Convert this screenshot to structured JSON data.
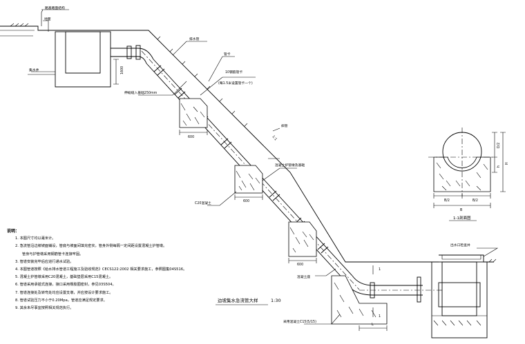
{
  "labels": {
    "ground_line": "路基路面结构",
    "water_tank": "集水井",
    "level": "地面",
    "height_top": "1600",
    "pipe_material": "排水管",
    "anchor_ring": "管卡",
    "clamp_note_1": "10钢筋管卡",
    "clamp_note_2": "(每1.5米设置管卡一个)",
    "wall_distance": "伸缩缝入基础250mm",
    "slope_pipe": "斜管",
    "width_1": "600",
    "width_2": "600",
    "width_3": "600",
    "c20": "C20混凝土",
    "pipe_support": "混凝土护管墩及基础",
    "elbow_support": "混凝土座",
    "bottom_note": "采用混凝土C15(5/15)",
    "outlet_well": "出水口检查井",
    "section_dim_d2": "D/2",
    "section_dim_h1": "h",
    "section_dim_h": "H",
    "section_b1": "B/2",
    "section_b2": "B/2",
    "section_b": "B",
    "section_title": "1-1剖面图",
    "cut_mark_1": "1",
    "cut_mark_2": "1",
    "drawing_title": "边坡集水急流管大样",
    "scale": "1:30",
    "slope_ratio": "1:1",
    "dim_l": "L"
  },
  "notes": {
    "title": "说明：",
    "lines": [
      "1. 本图尺寸均以毫米计。",
      "2. 急流管沿边坡坡面铺设，管底与坡面间填充密实，管身外侧每隔一定间距设置混凝土护管墩。",
      "管身与护管墩采用钢筋管卡连接牢固。",
      "3. 管道安装完毕后应进行通水试验。",
      "4. 本图管道按照《给水排水管道工程施工及验收规范》CECS122:2002 相关要求施工，参照图集04S516。",
      "5. 混凝土护管墩采用C20混凝土，基础垫层采用C15混凝土。",
      "6. 管道采用承插式连接，接口采用橡胶圈密封，参见03S504。",
      "7. 管道连接处及转弯处均应设置支墩，并应按设计要求施工。",
      "8. 管道试验压力不小于0.20Mpa，管道应满足规定要求。",
      "9. 其余未尽事宜按照相关规范执行。"
    ]
  }
}
